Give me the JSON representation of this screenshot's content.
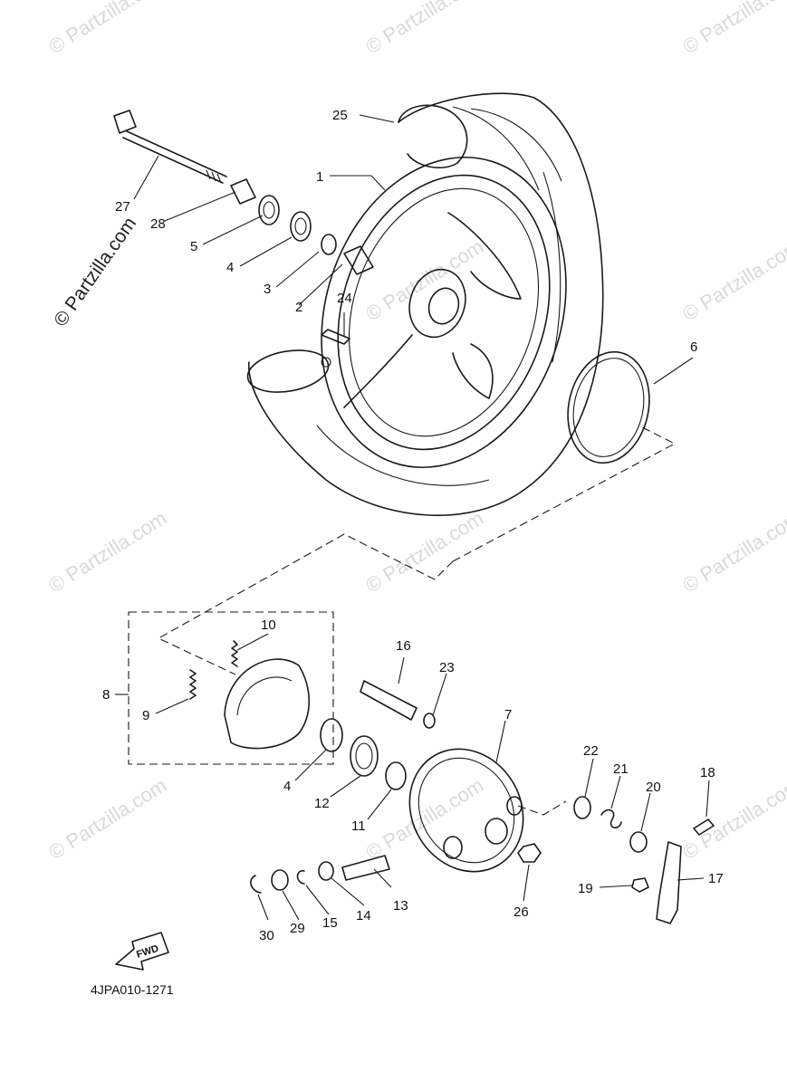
{
  "watermark": {
    "text": "© Partzilla.com",
    "bold_text": "© Partzilla.com"
  },
  "diagram_code": "4JPA010-1271",
  "fwd_label": "FWD",
  "callouts": {
    "c1": "1",
    "c2": "2",
    "c3": "3",
    "c4a": "4",
    "c4b": "4",
    "c5": "5",
    "c6": "6",
    "c7": "7",
    "c8": "8",
    "c9": "9",
    "c10": "10",
    "c11": "11",
    "c12": "12",
    "c13": "13",
    "c14": "14",
    "c15": "15",
    "c16": "16",
    "c17": "17",
    "c18": "18",
    "c19": "19",
    "c20": "20",
    "c21": "21",
    "c22": "22",
    "c23": "23",
    "c24": "24",
    "c25": "25",
    "c26": "26",
    "c27": "27",
    "c28": "28",
    "c29": "29",
    "c30": "30"
  }
}
